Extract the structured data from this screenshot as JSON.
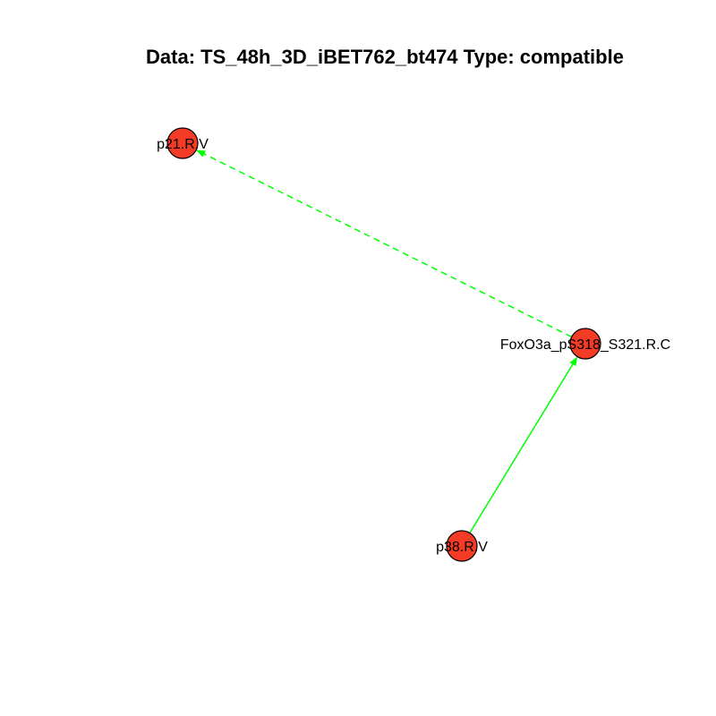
{
  "title": "Data: TS_48h_3D_iBET762_bt474 Type: compatible",
  "colors": {
    "node_fill": "#f33b25",
    "node_stroke": "#000000",
    "edge": "#00ff00",
    "background": "#ffffff"
  },
  "nodes": [
    {
      "id": "p21",
      "label": "p21.R.V"
    },
    {
      "id": "foxo3a",
      "label": "FoxO3a_pS318_S321.R.C"
    },
    {
      "id": "p38",
      "label": "p38.R.V"
    }
  ],
  "edges": [
    {
      "from": "foxo3a",
      "to": "p21",
      "style": "dashed",
      "arrow": true
    },
    {
      "from": "p38",
      "to": "foxo3a",
      "style": "solid",
      "arrow": true
    }
  ]
}
